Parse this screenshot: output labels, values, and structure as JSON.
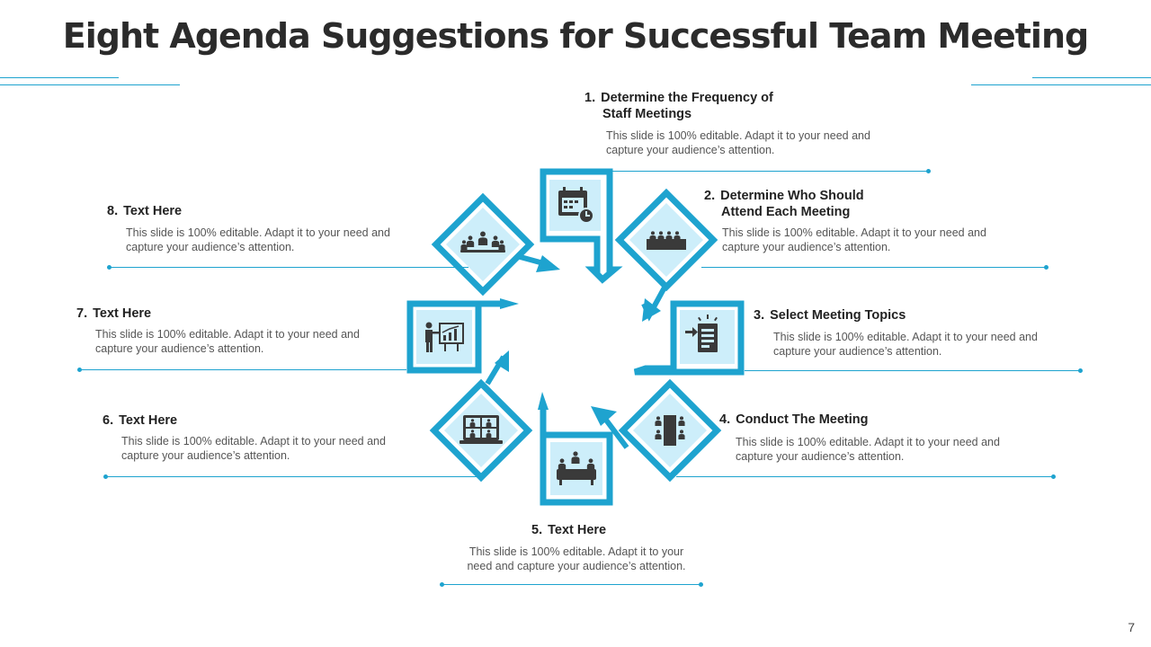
{
  "slide": {
    "title": "Eight Agenda Suggestions for Successful Team Meeting",
    "page_number": "7",
    "accent_color": "#1ea3cf",
    "tile_color": "#cdeefa",
    "icon_color": "#3a3a3a"
  },
  "items": [
    {
      "num": "1.",
      "heading_1": "Determine the Frequency of",
      "heading_2": "Staff Meetings",
      "desc_1": "This slide is 100% editable. Adapt it to your need and",
      "desc_2": "capture your audience’s attention.",
      "icon": "calendar-clock-icon"
    },
    {
      "num": "2.",
      "heading_1": "Determine Who Should",
      "heading_2": "Attend Each Meeting",
      "desc_1": "This slide is 100% editable. Adapt it to your need and",
      "desc_2": "capture your audience’s attention.",
      "icon": "meeting-table-icon"
    },
    {
      "num": "3.",
      "heading_1": "Select Meeting Topics",
      "desc_1": "This slide is 100% editable. Adapt it to your need and",
      "desc_2": "capture your audience’s attention.",
      "icon": "document-list-icon"
    },
    {
      "num": "4.",
      "heading_1": "Conduct The Meeting",
      "desc_1": "This slide is 100% editable. Adapt it to your need and",
      "desc_2": "capture your audience’s attention.",
      "icon": "boardroom-icon"
    },
    {
      "num": "5.",
      "heading_1": "Text Here",
      "desc_1": "This slide is 100% editable. Adapt it to your",
      "desc_2": "need and capture your audience’s attention.",
      "icon": "round-table-icon"
    },
    {
      "num": "6.",
      "heading_1": "Text Here",
      "desc_1": "This slide is 100% editable. Adapt it to your need and",
      "desc_2": "capture your audience’s attention.",
      "icon": "video-call-icon"
    },
    {
      "num": "7.",
      "heading_1": "Text Here",
      "desc_1": "This slide is 100% editable. Adapt it to your need and",
      "desc_2": "capture your audience’s attention.",
      "icon": "presentation-icon"
    },
    {
      "num": "8.",
      "heading_1": "Text Here",
      "desc_1": "This slide is 100% editable. Adapt it to your need and",
      "desc_2": "capture your audience’s attention.",
      "icon": "team-group-icon"
    }
  ]
}
